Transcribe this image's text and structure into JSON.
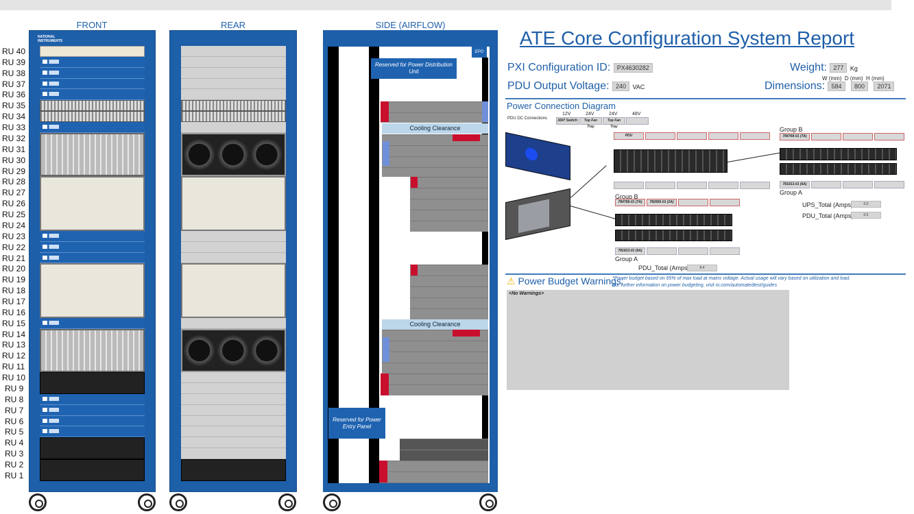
{
  "rack_views": {
    "front": "FRONT",
    "rear": "REAR",
    "side": "SIDE (AIRFLOW)"
  },
  "ru_labels": [
    "RU 40",
    "RU 39",
    "RU 38",
    "RU 37",
    "RU 36",
    "RU 35",
    "RU 34",
    "RU 33",
    "RU 32",
    "RU 31",
    "RU 30",
    "RU 29",
    "RU 28",
    "RU 27",
    "RU 26",
    "RU 25",
    "RU 24",
    "RU 23",
    "RU 22",
    "RU 21",
    "RU 20",
    "RU 19",
    "RU 18",
    "RU 17",
    "RU 16",
    "RU 15",
    "RU 14",
    "RU 13",
    "RU 12",
    "RU 11",
    "RU 10",
    "RU 9",
    "RU 8",
    "RU 7",
    "RU 6",
    "RU 5",
    "RU 4",
    "RU 3",
    "RU 2",
    "RU 1"
  ],
  "brand": "NATIONAL INSTRUMENTS",
  "side": {
    "epo": "EPO",
    "pdu_reserved": "Reserved for Power Distribution Unit",
    "cooling_1": "Cooling Clearance",
    "cooling_2": "Cooling Clearance",
    "entry_reserved": "Reserved for Power Entry Panel"
  },
  "report": {
    "title": "ATE Core Configuration System Report",
    "config_id_label": "PXI Configuration ID:",
    "config_id": "PX4630282",
    "voltage_label": "PDU Output Voltage:",
    "voltage": "240",
    "voltage_unit": "VAC",
    "weight_label": "Weight:",
    "weight": "277",
    "weight_unit": "Kg",
    "dimensions_label": "Dimensions:",
    "dim_headers": [
      "W (mm)",
      "D (mm)",
      "H (mm)"
    ],
    "dims": [
      "584",
      "800",
      "2071"
    ]
  },
  "power": {
    "title": "Power Connection Diagram",
    "dc_label": "PDU DC  Connections",
    "dc_voltages": [
      "12V",
      "24V",
      "24V",
      "48V"
    ],
    "dc_cells": [
      "3607 Switch",
      "Top Fan Tray",
      "Top Fan Tray",
      ""
    ],
    "pdu_top_cells": [
      "PDU",
      "",
      "",
      "",
      ""
    ],
    "pdu_bottom_cells": [
      "",
      "",
      "",
      "",
      ""
    ],
    "right_group_b": "Group B",
    "right_b_cells": [
      "784768-01 (7A)",
      "",
      "",
      ""
    ],
    "right_group_a": "Group A",
    "right_a_cells": [
      "781813-01 (6A)",
      "",
      "",
      ""
    ],
    "left_group_b": "Group B",
    "left_b_cells": [
      "784768-01 (7A)",
      "782855-01 (2A)",
      "",
      ""
    ],
    "left_group_a": "Group A",
    "left_a_cells": [
      "781813-01 (6A)",
      "",
      "",
      ""
    ],
    "ups_total_label": "UPS_Total (Amps)",
    "ups_total": "0.0",
    "pdu_total_right_label": "PDU_Total (Amps)",
    "pdu_total_right": "0.5",
    "pdu_total_left_label": "PDU_Total (Amps)",
    "pdu_total_left": "8.4"
  },
  "warnings": {
    "title": "Power Budget Warnings:",
    "note_1": "*Power budget based on 65% of max load at mains voltage.  Actual usage will vary based on utilization and load.",
    "note_2": "For further information on power budgeting, visit ni.com/automatedtest/guides",
    "message": "<No Warnings>"
  },
  "colors": {
    "accent": "#1f5fa9",
    "rack_blue": "#1d5fa8"
  }
}
